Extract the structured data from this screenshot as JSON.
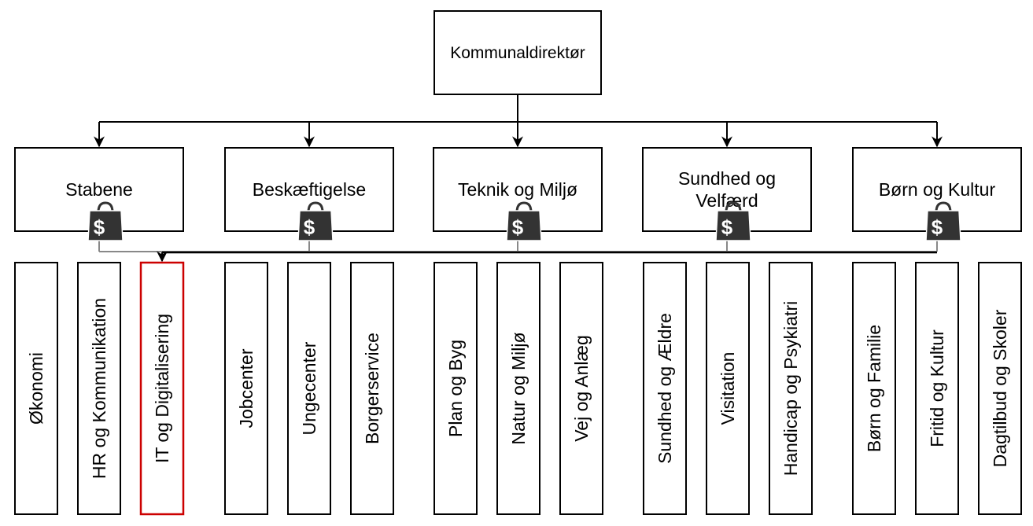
{
  "root": {
    "label": "Kommunaldirektør"
  },
  "departments": [
    {
      "label_lines": [
        "Stabene"
      ]
    },
    {
      "label_lines": [
        "Beskæftigelse"
      ]
    },
    {
      "label_lines": [
        "Teknik og Miljø"
      ]
    },
    {
      "label_lines": [
        "Sundhed og",
        "Velfærd"
      ]
    },
    {
      "label_lines": [
        "Børn og Kultur"
      ]
    }
  ],
  "budget_icon": {
    "icon": "money-bag-icon",
    "symbol": "$"
  },
  "units": [
    {
      "label": "Økonomi",
      "department": 0
    },
    {
      "label": "HR og Kommunikation",
      "department": 0
    },
    {
      "label": "IT og Digitalisering",
      "department": 0,
      "highlighted": true
    },
    {
      "label": "Jobcenter",
      "department": 1
    },
    {
      "label": "Ungecenter",
      "department": 1
    },
    {
      "label": "Borgerservice",
      "department": 1
    },
    {
      "label": "Plan og Byg",
      "department": 2
    },
    {
      "label": "Natur og Miljø",
      "department": 2
    },
    {
      "label": "Vej og Anlæg",
      "department": 2
    },
    {
      "label": "Sundhed og Ældre",
      "department": 3
    },
    {
      "label": "Visitation",
      "department": 3
    },
    {
      "label": "Handicap og Psykiatri",
      "department": 3
    },
    {
      "label": "Børn og Familie",
      "department": 4
    },
    {
      "label": "Fritid og Kultur",
      "department": 4
    },
    {
      "label": "Dagtilbud og Skoler",
      "department": 4
    }
  ],
  "colors": {
    "line": "#000000",
    "box_border": "#000000",
    "highlight": "#cc0000",
    "icon_fill": "#333333",
    "icon_symbol": "#ffffff"
  }
}
